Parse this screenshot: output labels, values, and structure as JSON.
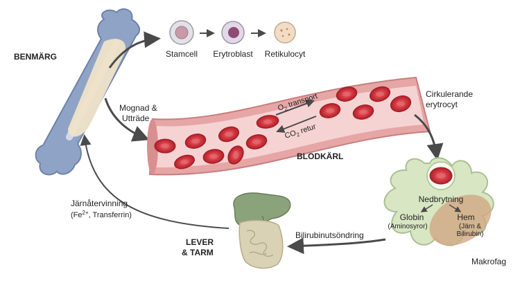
{
  "labels": {
    "bone_marrow": "BENMÄRG",
    "stem_cell": "Stamcell",
    "erythroblast": "Erytroblast",
    "reticulocyte": "Retikulocyt",
    "maturation_line1": "Mognad &",
    "maturation_line2": "Utträde",
    "o2_prefix": "O",
    "o2_sub": "2",
    "o2_suffix": " transport",
    "co2_prefix": "CO",
    "co2_sub": "2",
    "co2_suffix": " retur",
    "circulating_line1": "Cirkulerande",
    "circulating_line2": "erytrocyt",
    "blood_vessel": "BLODKÄRL",
    "breakdown": "Nedbrytning",
    "globin": "Globin",
    "globin_sub": "(Aminosyror)",
    "heme": "Hem",
    "heme_sub_line1": "(Järn &",
    "heme_sub_line2": "Bilirubin)",
    "macrophage": "Makrofag",
    "bilirubin_excretion": "Bilirubinutsöndring",
    "liver_line1": "LEVER",
    "liver_line2": "& TARM",
    "iron_recycling": "Järnåtervinning",
    "iron_sub_prefix": "(Fe",
    "iron_sub_sup": "2+",
    "iron_sub_suffix": ", Transferrin)"
  },
  "colors": {
    "bone": "#8fa3c7",
    "marrow": "#efe3c8",
    "vessel": "#e6a6a6",
    "vessel_lumen": "#f6d3d3",
    "rbc": "#c8242f",
    "rbc_center": "#e24b52",
    "macrophage": "#d8e6c3",
    "liver": "#8aa37a",
    "intestine": "#d9d2b5",
    "arrow": "#4a4a4a"
  }
}
